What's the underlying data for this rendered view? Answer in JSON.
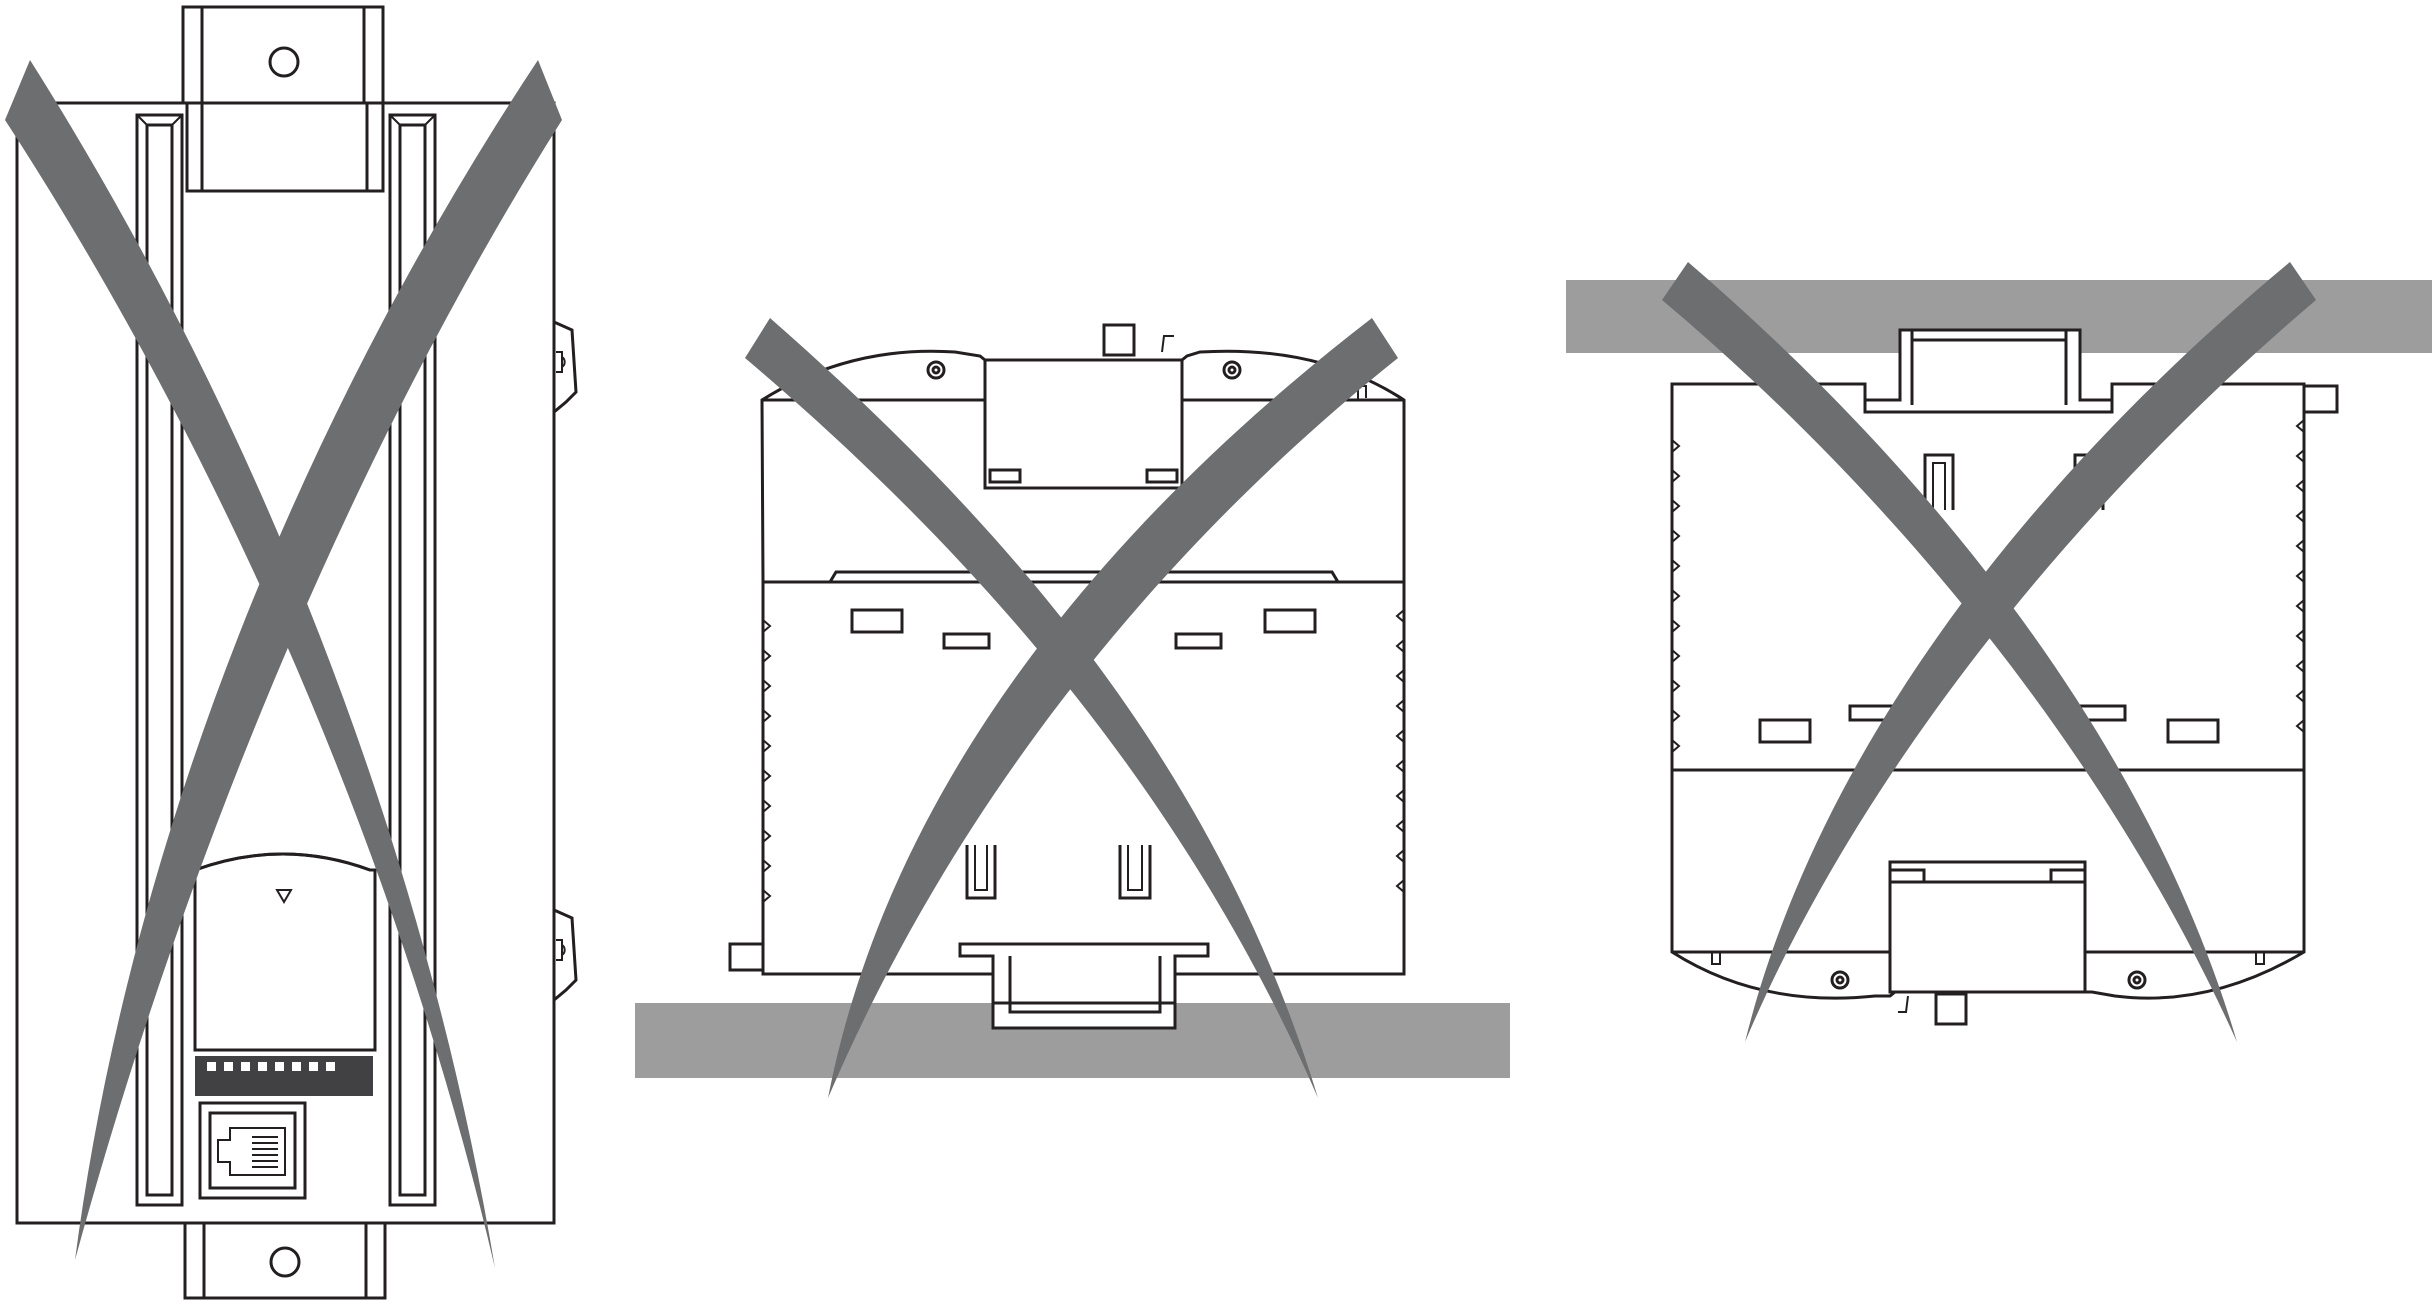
{
  "figure": {
    "panels": [
      {
        "id": "vertical-orientation",
        "crossed_out": true
      },
      {
        "id": "horizontal-on-surface-below",
        "crossed_out": true
      },
      {
        "id": "upside-down-on-surface-above",
        "crossed_out": true
      }
    ]
  },
  "colors": {
    "line": "#231f20",
    "cross": "#6d6e70",
    "surface": "#9d9d9d",
    "port_strip": "#414042",
    "background": "#ffffff"
  },
  "icons": {
    "cross_mark": "x-mark-icon",
    "port_arrow": "triangle-down-icon",
    "network_jack": "rj45-port-icon"
  }
}
